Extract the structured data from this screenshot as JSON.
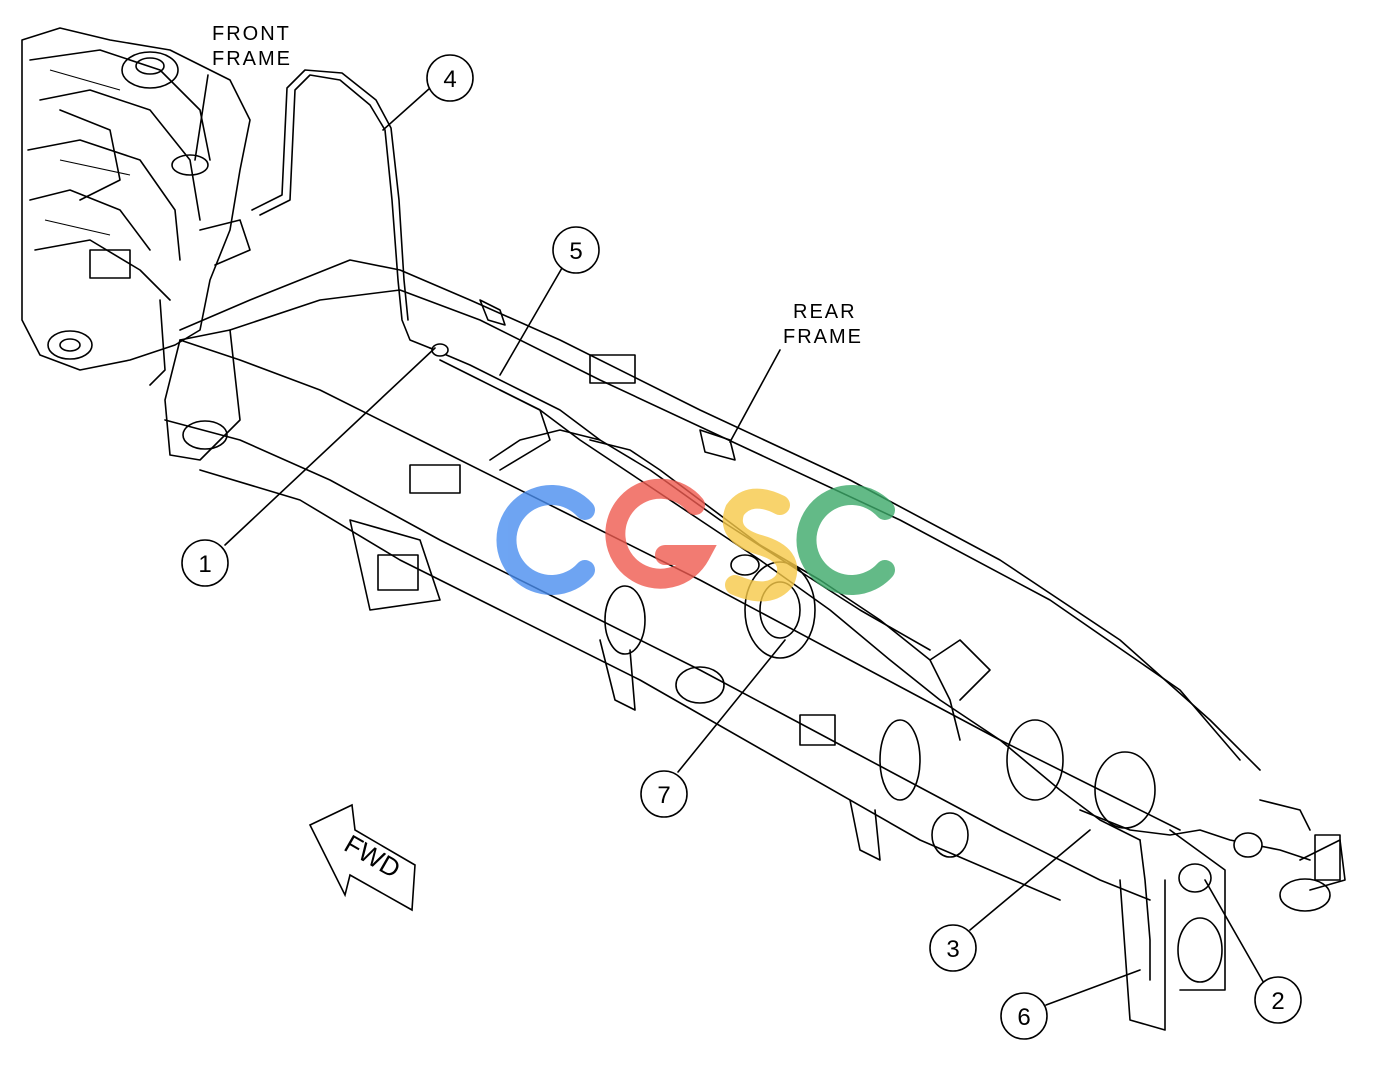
{
  "labels": {
    "front_frame_line1": "FRONT",
    "front_frame_line2": "FRAME",
    "rear_frame_line1": "REAR",
    "rear_frame_line2": "FRAME",
    "fwd": "FWD"
  },
  "callouts": [
    "1",
    "2",
    "3",
    "4",
    "5",
    "6",
    "7"
  ],
  "watermark": {
    "text": "CGSC",
    "colors": [
      "#4a8ef0",
      "#ef5b50",
      "#f7c948",
      "#3daa6a"
    ]
  }
}
